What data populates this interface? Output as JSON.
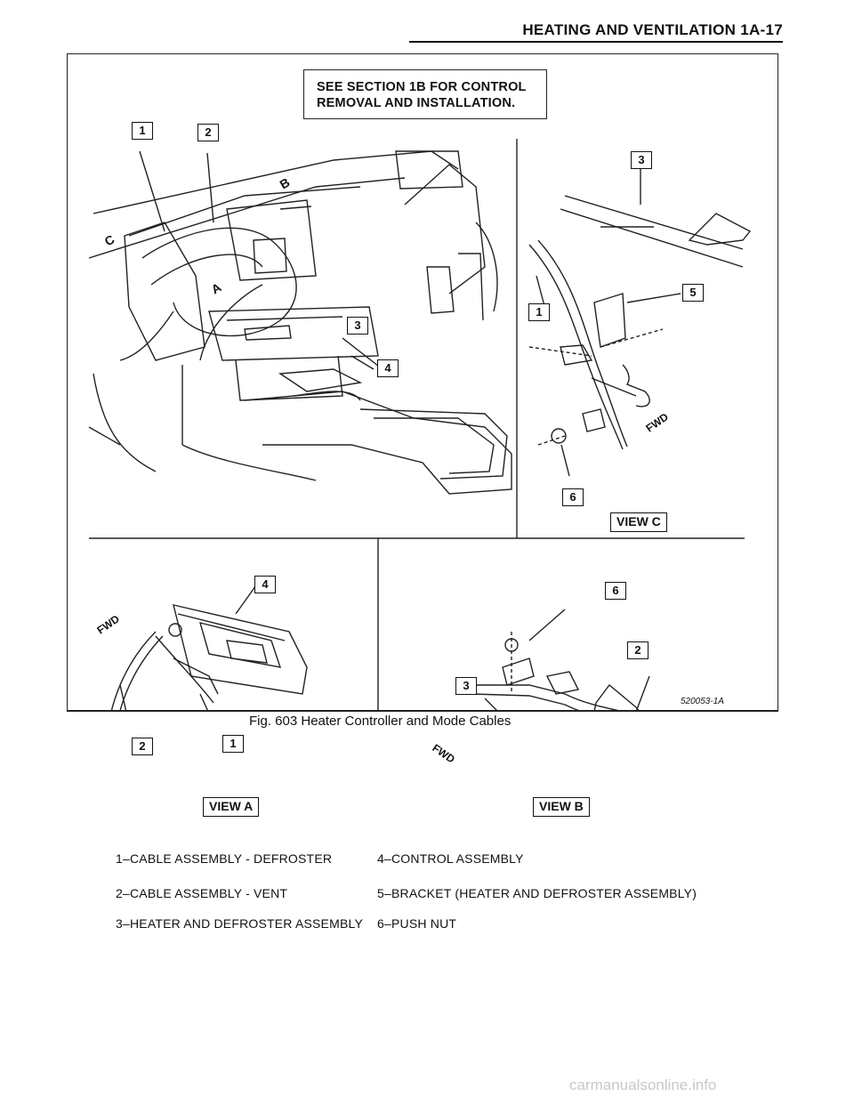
{
  "header": {
    "title": "HEATING AND VENTILATION 1A-17"
  },
  "note": {
    "line1": "SEE SECTION 1B FOR CONTROL",
    "line2": "REMOVAL AND INSTALLATION."
  },
  "callouts": {
    "main_1": "1",
    "main_2": "2",
    "main_3": "3",
    "main_4": "4",
    "c_3": "3",
    "c_1": "1",
    "c_5": "5",
    "c_6": "6",
    "a_4": "4",
    "a_2": "2",
    "a_1": "1",
    "b_6": "6",
    "b_2": "2",
    "b_3": "3"
  },
  "arrow_letters": {
    "b": "B",
    "c": "C",
    "a": "A"
  },
  "fwd": "FWD",
  "views": {
    "a": "VIEW A",
    "b": "VIEW B",
    "c": "VIEW C"
  },
  "legend": [
    "1–CABLE ASSEMBLY - DEFROSTER",
    "2–CABLE ASSEMBLY - VENT",
    "3–HEATER AND DEFROSTER ASSEMBLY",
    "4–CONTROL ASSEMBLY",
    "5–BRACKET (HEATER AND DEFROSTER ASSEMBLY)",
    "6–PUSH NUT"
  ],
  "figure_code": "520053-1A",
  "caption": "Fig. 603 Heater Controller and Mode Cables",
  "watermark": "carmanualsonline.info"
}
